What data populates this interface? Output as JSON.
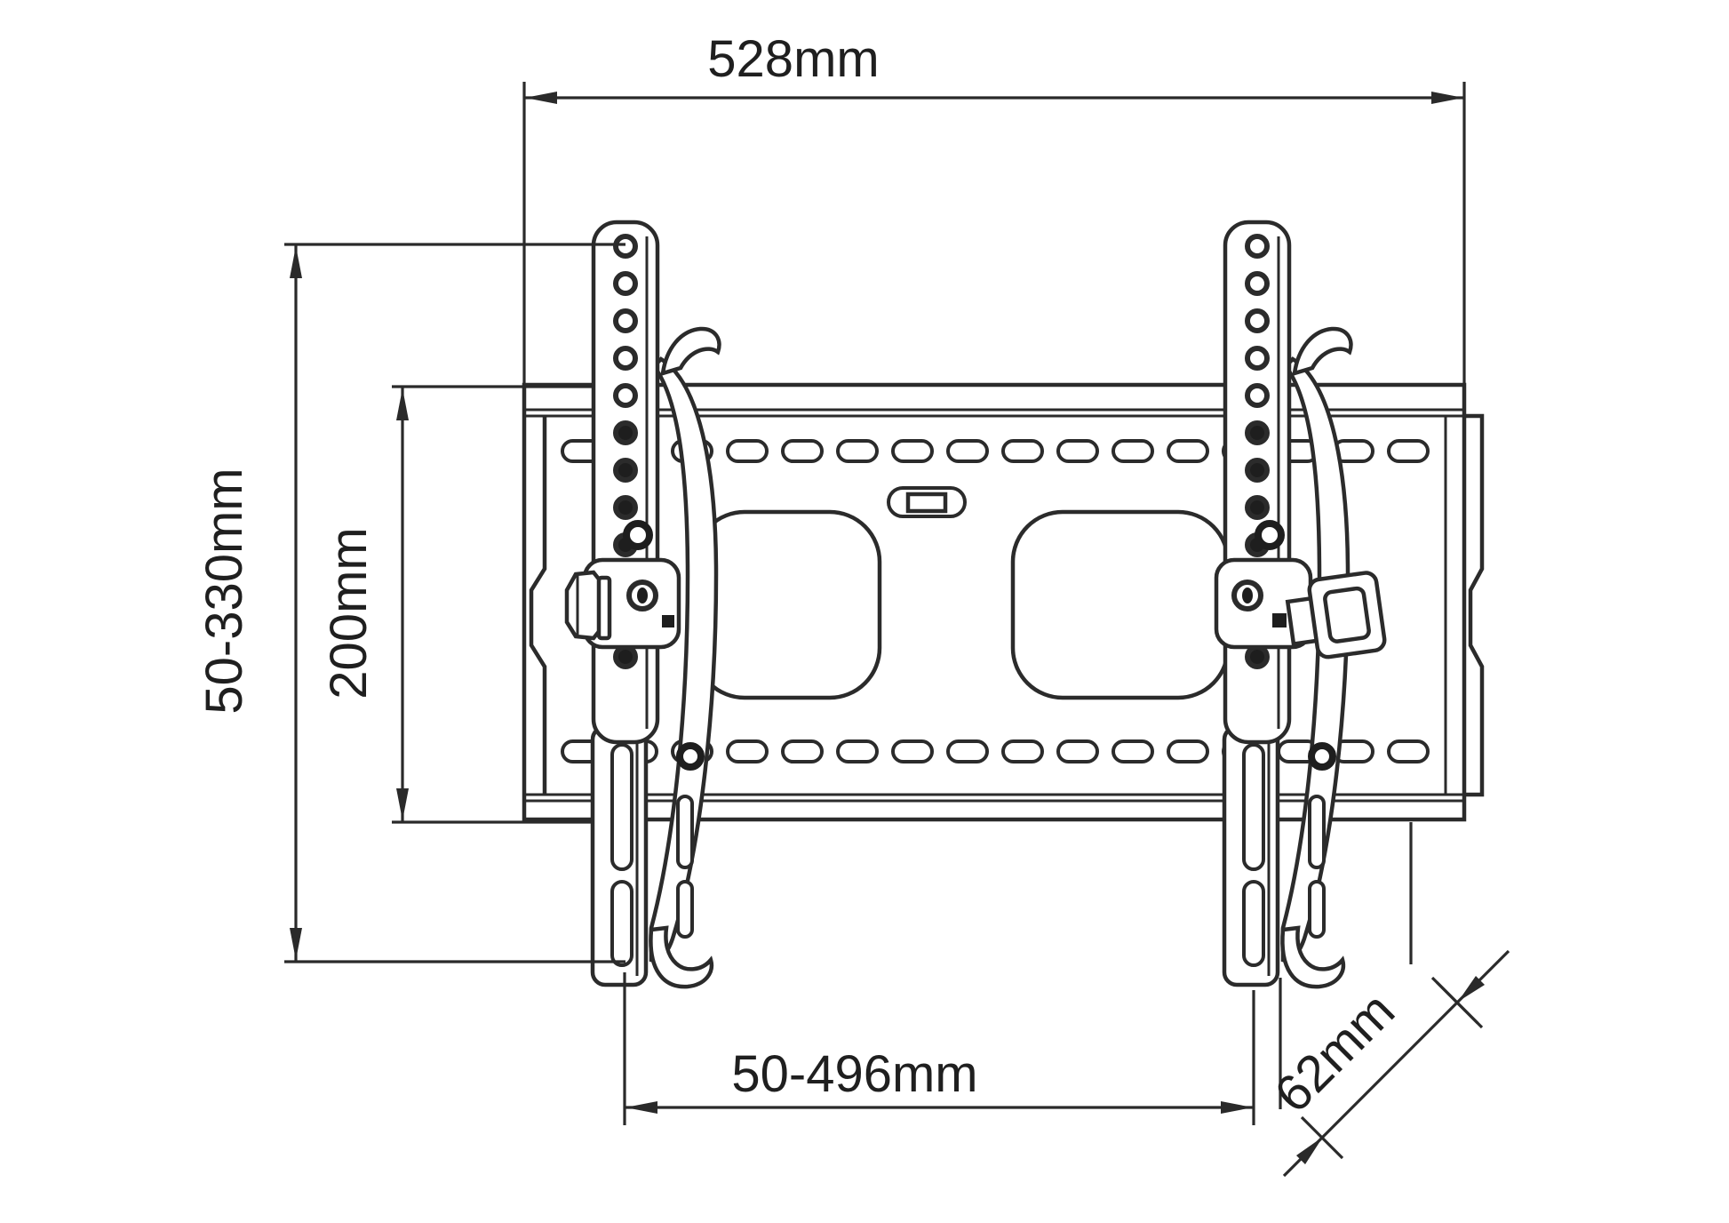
{
  "drawing": {
    "labels": {
      "top_width": "528mm",
      "left_height_range": "50-330mm",
      "plate_height": "200mm",
      "bottom_width_range": "50-496mm",
      "depth": "62mm"
    },
    "colors": {
      "line": "#2b2b2b",
      "text": "#1f1f1f",
      "background": "#ffffff"
    }
  }
}
